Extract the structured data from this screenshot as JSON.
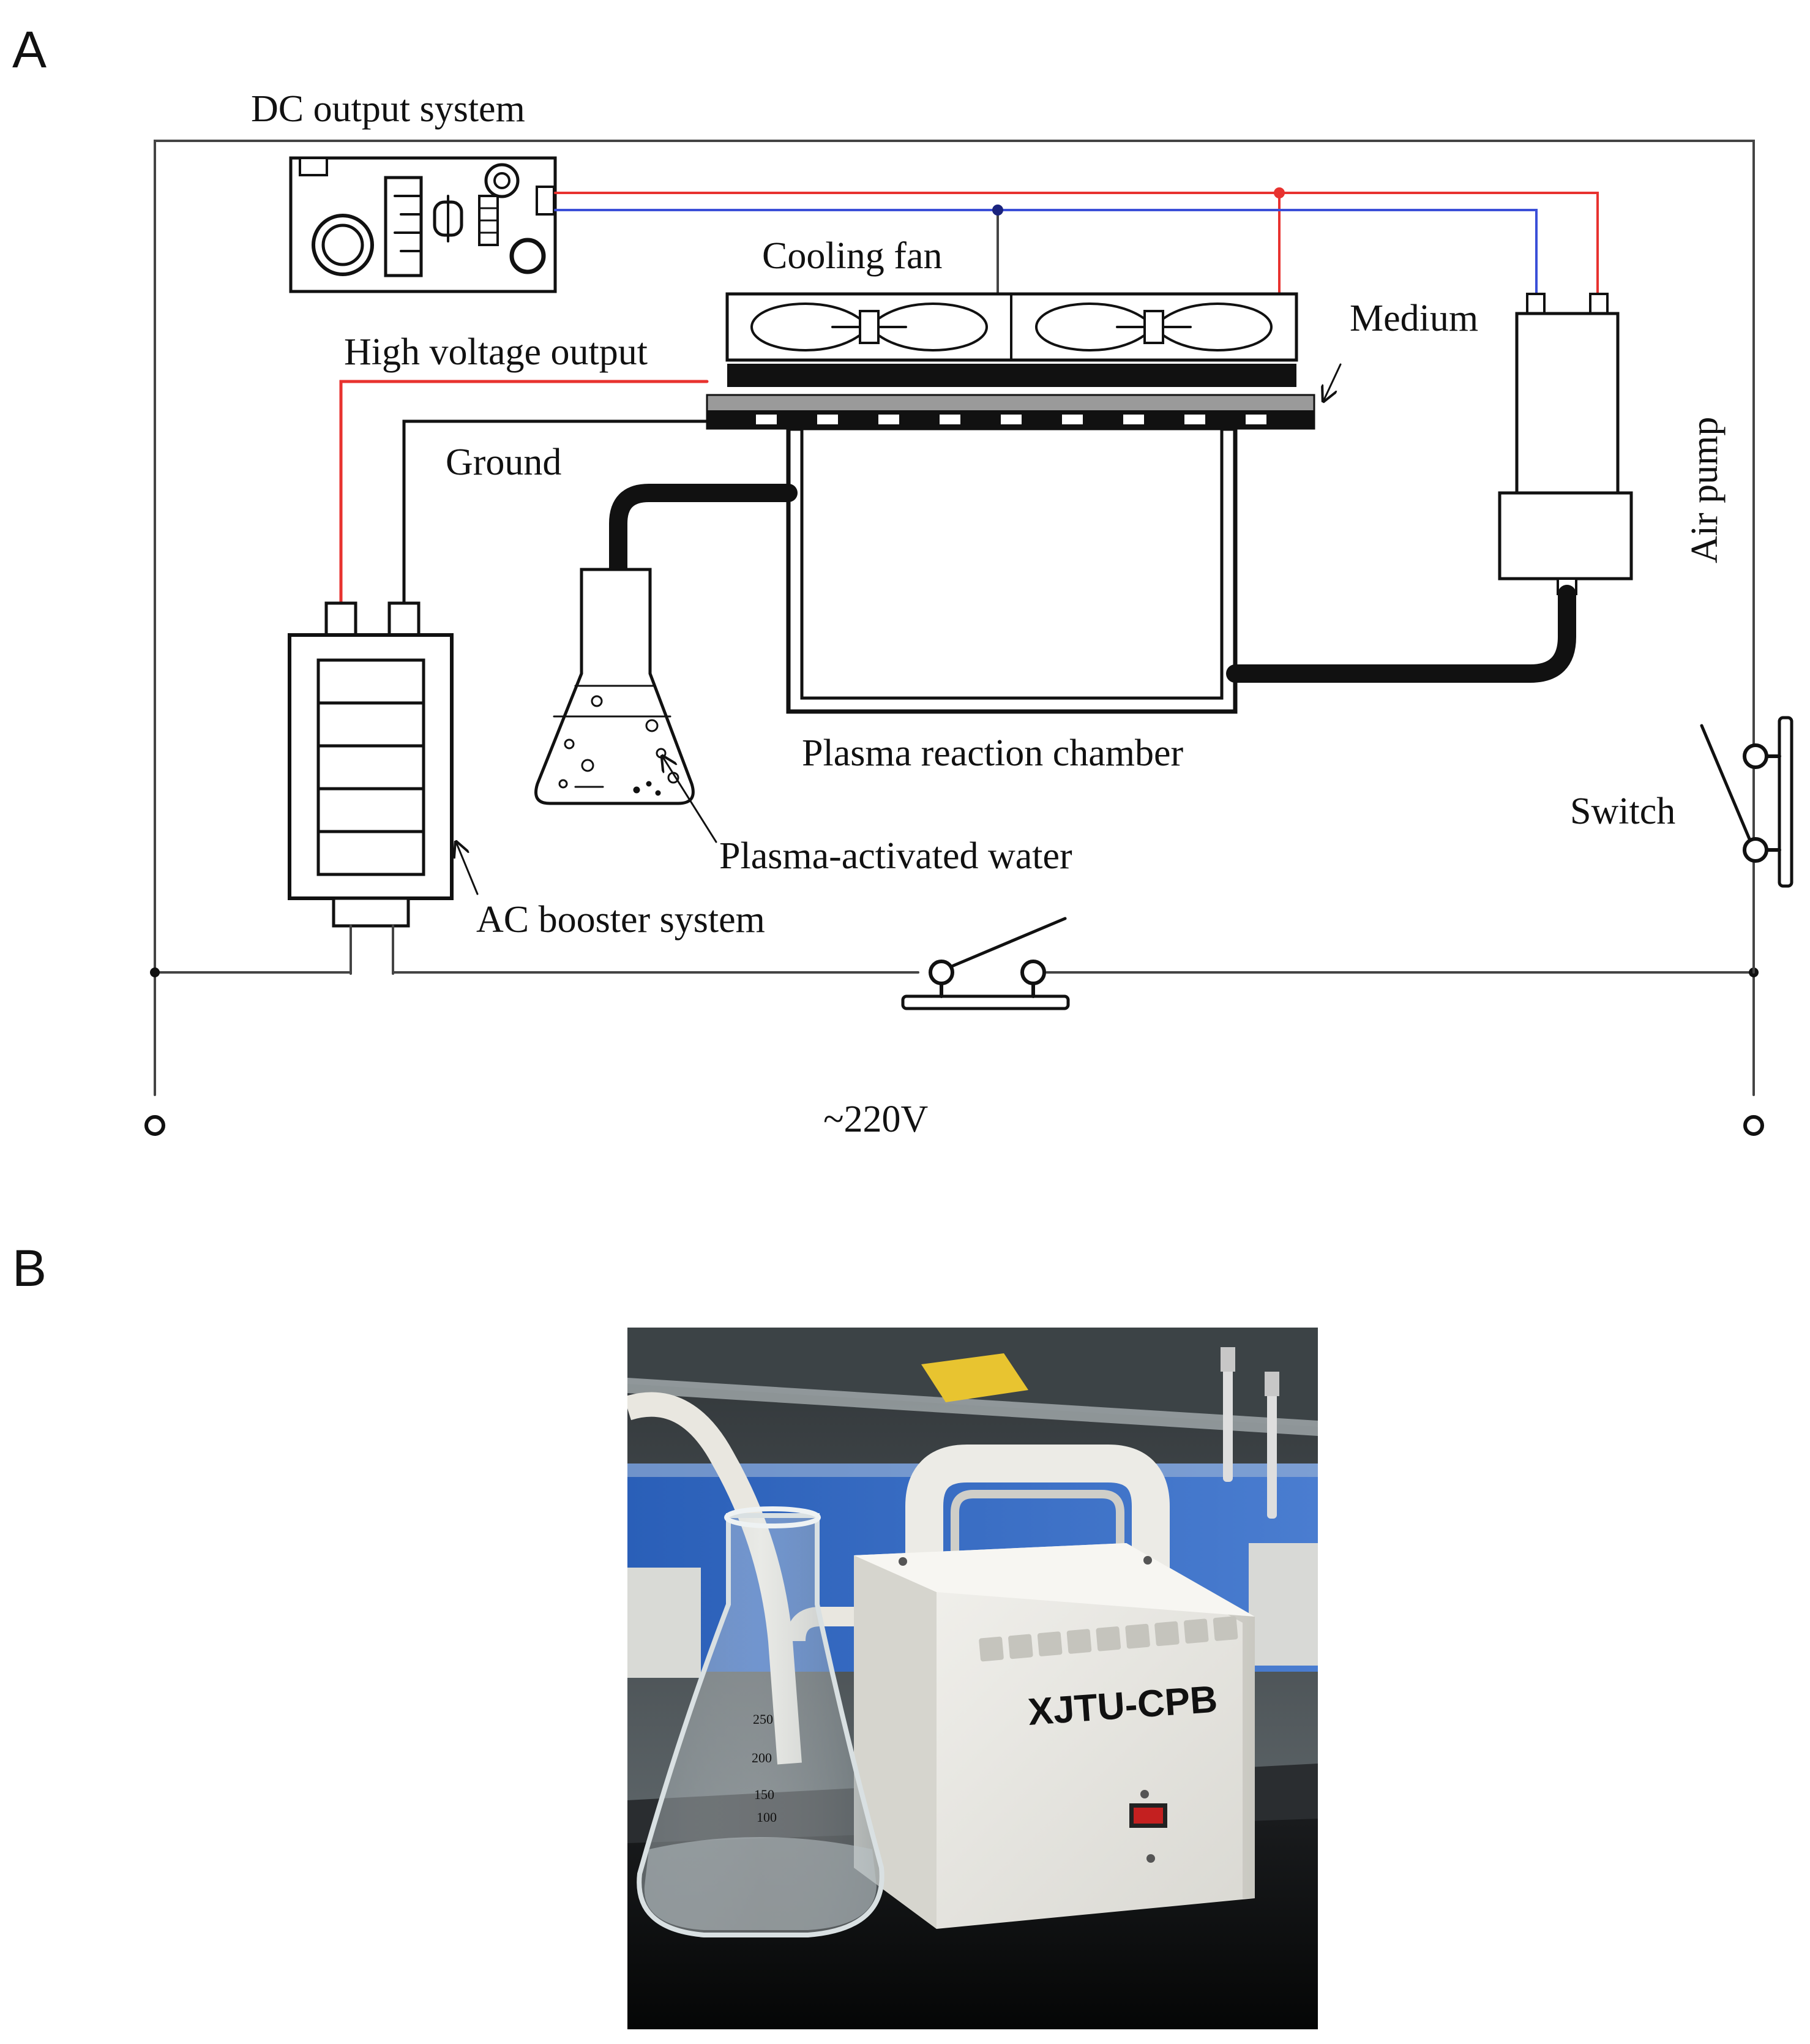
{
  "panels": {
    "a": {
      "letter": "A"
    },
    "b": {
      "letter": "B"
    }
  },
  "labels": {
    "dc_output": "DC output system",
    "cooling_fan": "Cooling fan",
    "medium": "Medium",
    "high_voltage": "High voltage output",
    "ground": "Ground",
    "air_pump": "Air pump",
    "plasma_chamber": "Plasma reaction chamber",
    "switch": "Switch",
    "paw": "Plasma-activated water",
    "ac_booster": "AC booster system",
    "voltage": "~220V"
  },
  "photo": {
    "device_label": "XJTU-CPB",
    "flask_marks": [
      "250",
      "200",
      "150",
      "100"
    ]
  },
  "colors": {
    "live_wire": "#e8322f",
    "neutral_wire": "#3b4fd8",
    "wire": "#444444",
    "line": "#111111"
  }
}
